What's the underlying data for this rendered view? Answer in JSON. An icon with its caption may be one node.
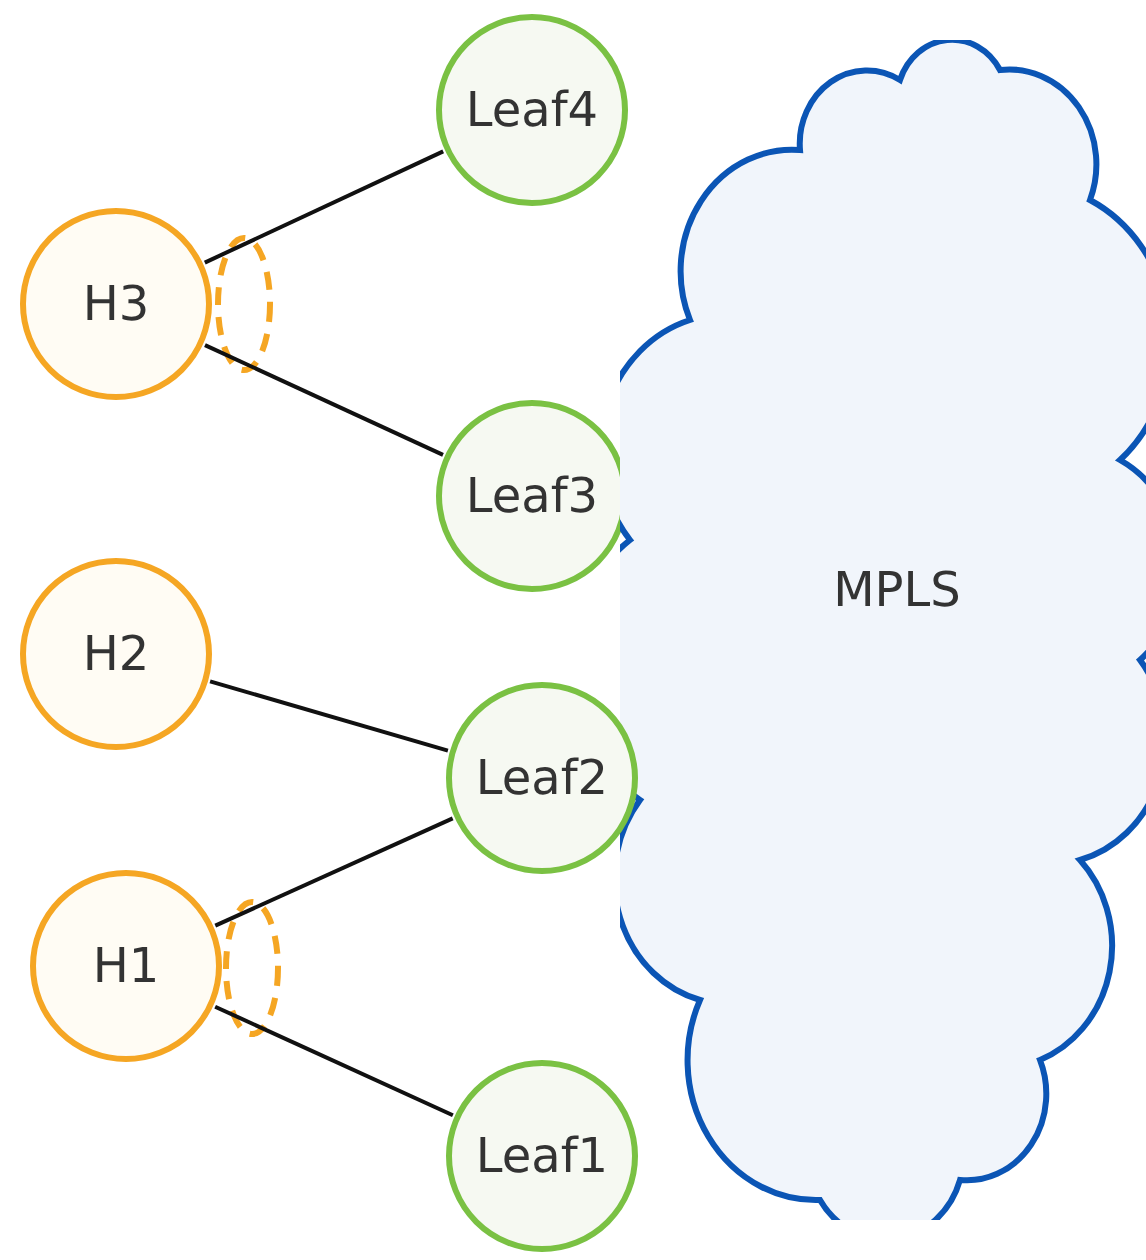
{
  "diagram": {
    "nodes": [
      {
        "text": [
          "Leaf4"
        ]
      },
      {
        "text": [
          "H3"
        ]
      },
      {
        "text": [
          "Leaf3"
        ]
      },
      {
        "text": [
          "MPLS"
        ]
      },
      {
        "text": [
          "H2"
        ]
      },
      {
        "text": [
          "Leaf2"
        ]
      },
      {
        "text": [
          "H1"
        ]
      },
      {
        "text": [
          "Leaf1"
        ]
      }
    ],
    "edges": [
      {
        "from": 1,
        "to": 0,
        "arrow": "none"
      },
      {
        "from": 1,
        "to": 2,
        "arrow": "none"
      },
      {
        "from": 4,
        "to": 5,
        "arrow": "none"
      },
      {
        "from": 6,
        "to": 5,
        "arrow": "none"
      },
      {
        "from": 6,
        "to": 7,
        "arrow": "none"
      }
    ]
  }
}
